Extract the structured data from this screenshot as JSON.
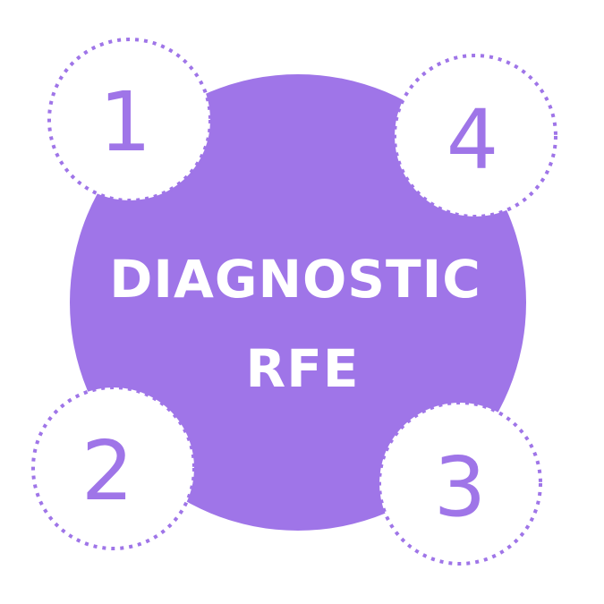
{
  "center": {
    "line1": "DIAGNOSTIC",
    "line2": "RFE"
  },
  "steps": [
    {
      "label": "1"
    },
    {
      "label": "4"
    },
    {
      "label": "2"
    },
    {
      "label": "3"
    }
  ],
  "colors": {
    "accent": "#9f75e8",
    "background": "#ffffff"
  }
}
